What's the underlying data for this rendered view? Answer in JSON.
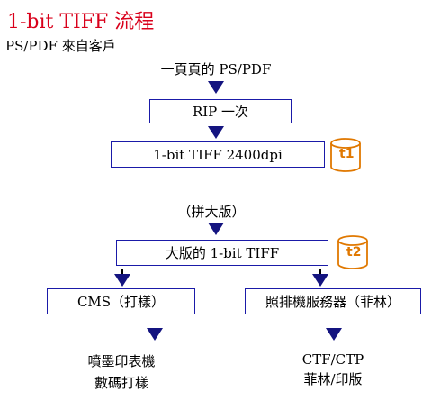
{
  "title": "1-bit TIFF 流程",
  "subtitle": "PS/PDF 來自客戶",
  "flow": {
    "pages": "一頁頁的 PS/PDF",
    "rip": "RIP 一次",
    "tiff2400": "1-bit TIFF 2400dpi",
    "imposition": "（拼大版）",
    "big_tiff": "大版的 1-bit TIFF",
    "cms": "CMS（打樣）",
    "server": "照排機服務器（菲林）",
    "output_left_1": "噴墨印表機",
    "output_left_2": "數碼打樣",
    "output_right_1": "CTF/CTP",
    "output_right_2": "菲林/印版"
  },
  "storage": {
    "t1": "t1",
    "t2": "t2"
  },
  "colors": {
    "title": "#d9001b",
    "box_border": "#1a1aa8",
    "arrow": "#141480",
    "cylinder": "#e07800"
  }
}
